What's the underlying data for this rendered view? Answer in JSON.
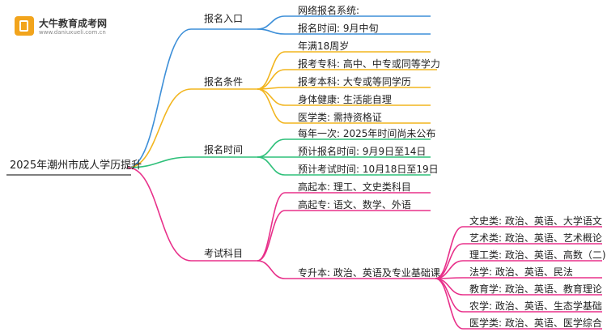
{
  "logo": {
    "name": "大牛教育成考网",
    "url": "www.daniuxueli.com.cn"
  },
  "root": "2025年潮州市成人学历提升",
  "branches": [
    {
      "label": "报名入口",
      "color": "#3d8fd8",
      "children": [
        "网络报名系统:",
        "报名时间: 9月中旬"
      ]
    },
    {
      "label": "报名条件",
      "color": "#f2b51e",
      "children": [
        "年满18周岁",
        "报考专科: 高中、中专或同等学力",
        "报考本科: 大专或等同学历",
        "身体健康: 生活能自理",
        "医学类: 需持资格证"
      ]
    },
    {
      "label": "报名时间",
      "color": "#2fc07a",
      "children": [
        "每年一次: 2025年时间尚未公布",
        "预计报名时间: 9月9日至14日",
        "预计考试时间: 10月18日至19日"
      ]
    },
    {
      "label": "考试科目",
      "color": "#e8308a",
      "children": [
        "高起本: 理工、文史类科目",
        "高起专: 语文、数学、外语",
        "专升本: 政治、英语及专业基础课"
      ],
      "sub": [
        "文史类: 政治、英语、大学语文",
        "艺术类: 政治、英语、艺术概论",
        "理工类: 政治、英语、高数（二)",
        "法学: 政治、英语、民法",
        "教育学: 政治、英语、教育理论",
        "农学: 政治、英语、生态学基础",
        "医学类: 政治、英语、医学综合"
      ]
    }
  ]
}
